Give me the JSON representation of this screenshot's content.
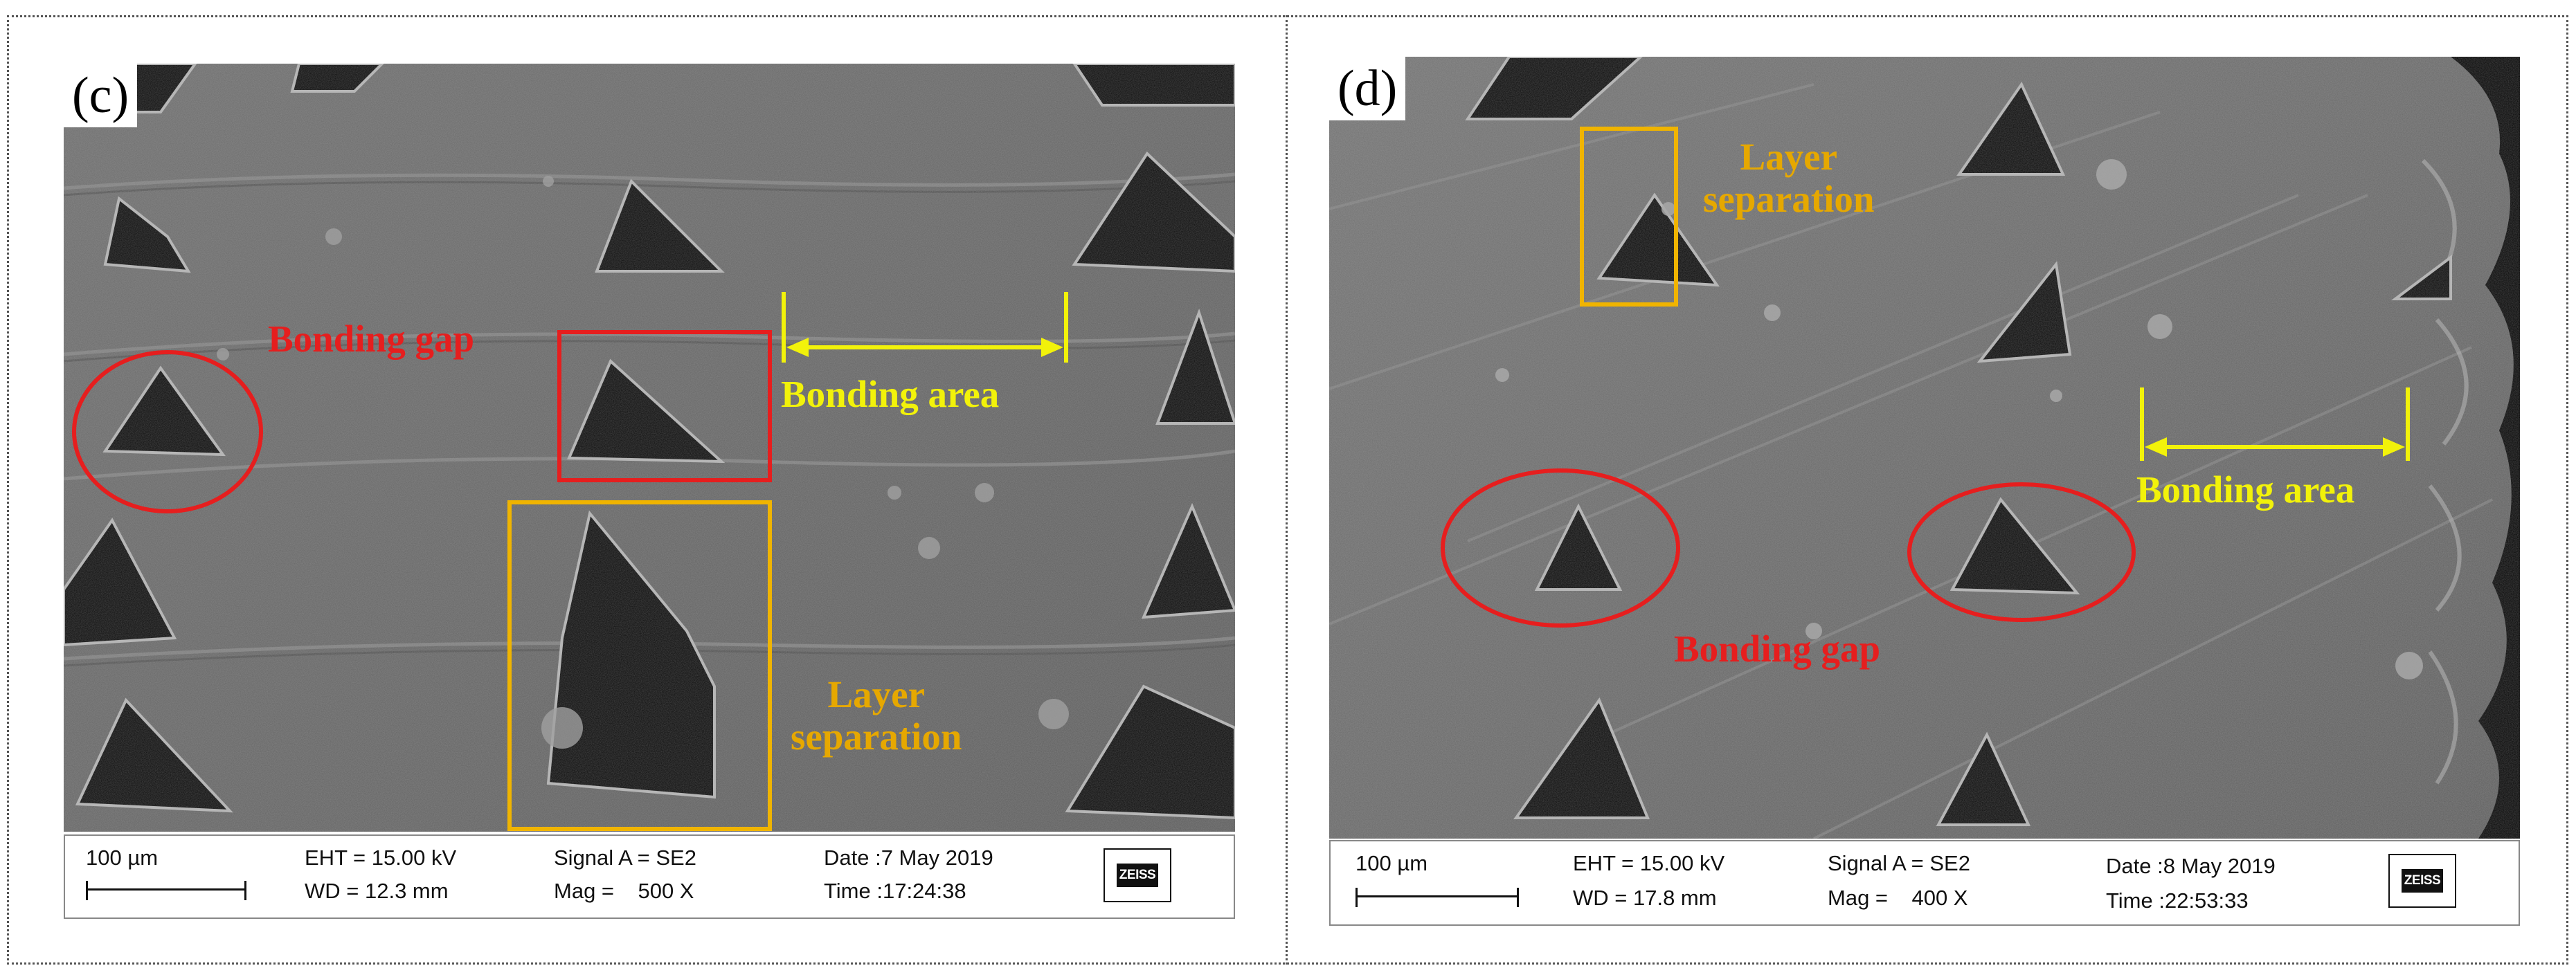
{
  "colors": {
    "red": "#e61e1e",
    "yellow": "#f2f20a",
    "orange": "#f0b400",
    "orange_text": "#e6a800"
  },
  "panels": [
    {
      "label": "(c)",
      "annotations": {
        "bonding_gap": "Bonding gap",
        "bonding_area": "Bonding area",
        "layer_sep_line1": "Layer",
        "layer_sep_line2": "separation"
      },
      "info": {
        "scale": "100 µm",
        "eht": "EHT = 15.00 kV",
        "wd": "WD = 12.3 mm",
        "signal": "Signal A = SE2",
        "mag": "Mag =    500 X",
        "date": "Date :7 May 2019",
        "time": "Time :17:24:38",
        "logo": "ZEISS"
      }
    },
    {
      "label": "(d)",
      "annotations": {
        "bonding_gap": "Bonding gap",
        "bonding_area": "Bonding area",
        "layer_sep_line1": "Layer",
        "layer_sep_line2": "separation"
      },
      "info": {
        "scale": "100 µm",
        "eht": "EHT = 15.00 kV",
        "wd": "WD = 17.8 mm",
        "signal": "Signal A = SE2",
        "mag": "Mag =    400 X",
        "date": "Date :8 May 2019",
        "time": "Time :22:53:33",
        "logo": "ZEISS"
      }
    }
  ]
}
